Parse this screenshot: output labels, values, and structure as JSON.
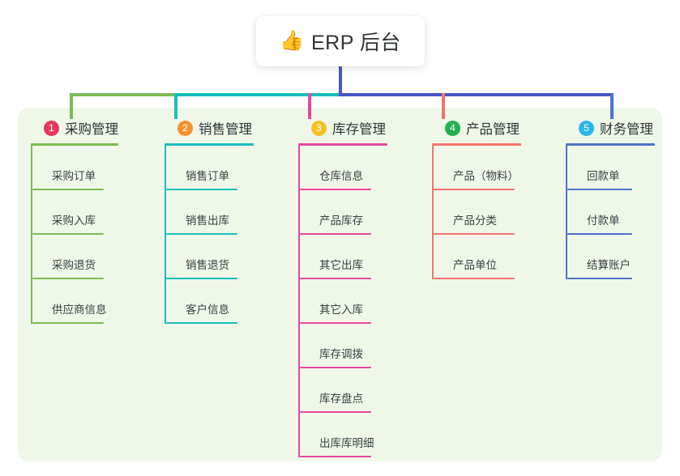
{
  "root": {
    "icon": "thumbs-up-icon",
    "emoji": "👍",
    "title": "ERP 后台"
  },
  "colors": {
    "panel_background": "#eff7e9",
    "page_background": "#ffffff",
    "root_bus": "#4a55c0",
    "title_text": "#2f3437",
    "leaf_text": "#3a4043"
  },
  "columns": [
    {
      "index": "1",
      "title": "采购管理",
      "badge_color": "#e8365e",
      "line_color": "#7cba55",
      "leaves": [
        {
          "label": "采购订单"
        },
        {
          "label": "采购入库"
        },
        {
          "label": "采购退货"
        },
        {
          "label": "供应商信息"
        }
      ]
    },
    {
      "index": "2",
      "title": "销售管理",
      "badge_color": "#f5922f",
      "line_color": "#17bfbb",
      "leaves": [
        {
          "label": "销售订单"
        },
        {
          "label": "销售出库"
        },
        {
          "label": "销售退货"
        },
        {
          "label": "客户信息"
        }
      ]
    },
    {
      "index": "3",
      "title": "库存管理",
      "badge_color": "#f4c125",
      "line_color": "#e8479f",
      "leaves": [
        {
          "label": "仓库信息"
        },
        {
          "label": "产品库存"
        },
        {
          "label": "其它出库"
        },
        {
          "label": "其它入库"
        },
        {
          "label": "库存调拨"
        },
        {
          "label": "库存盘点"
        },
        {
          "label": "出库库明细"
        }
      ]
    },
    {
      "index": "4",
      "title": "产品管理",
      "badge_color": "#22b14c",
      "line_color": "#f4736a",
      "leaves": [
        {
          "label": "产品（物料）"
        },
        {
          "label": "产品分类"
        },
        {
          "label": "产品单位"
        }
      ]
    },
    {
      "index": "5",
      "title": "财务管理",
      "badge_color": "#29b6e8",
      "line_color": "#4b73c8",
      "leaves": [
        {
          "label": "回款单"
        },
        {
          "label": "付款单"
        },
        {
          "label": "结算账户"
        }
      ]
    }
  ]
}
